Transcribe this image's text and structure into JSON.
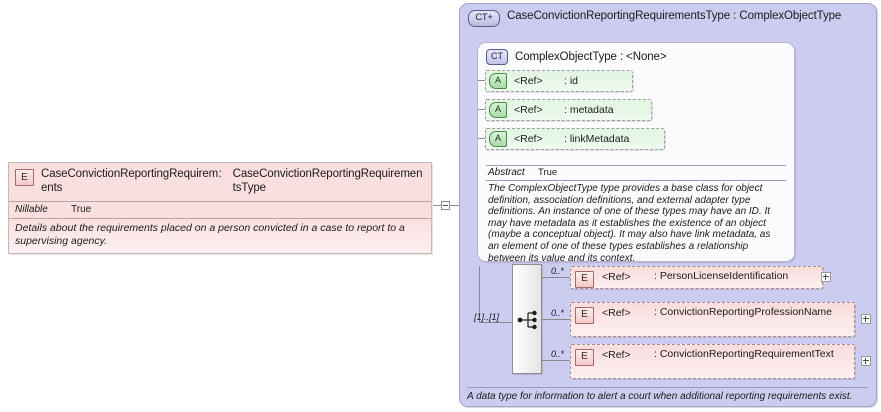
{
  "left_element": {
    "badge": "E",
    "name": "CaseConvictionReportingRequirements",
    "separator": ":",
    "type": "CaseConvictionReportingRequirementsType",
    "properties": [
      {
        "key": "Nillable",
        "value": "True"
      }
    ],
    "documentation": "Details about the requirements placed on a person convicted in a case to report to a supervising agency.",
    "collapse_toggle": "minus"
  },
  "complex_type_panel": {
    "badge": "CT+",
    "name": "CaseConvictionReportingRequirementsType",
    "separator": ":",
    "type": "ComplexObjectType",
    "documentation": "A data type for information to alert a court when additional reporting requirements exist.",
    "base_type": {
      "badge": "CT",
      "title": "ComplexObjectType : <None>",
      "attributes": [
        {
          "badge": "A",
          "ref": "<Ref>",
          "name": ": id"
        },
        {
          "badge": "A",
          "ref": "<Ref>",
          "name": ": metadata"
        },
        {
          "badge": "A",
          "ref": "<Ref>",
          "name": ": linkMetadata"
        }
      ],
      "abstract": {
        "key": "Abstract",
        "value": "True"
      },
      "abstract_doc": "The ComplexObjectType type provides a base class for object definition, association definitions, and external adapter type definitions. An instance of one of these types may have an ID. It may have metadata as it establishes the existence of an object (maybe a conceptual object). It may also have link metadata, as an element of one of these types establishes a relationship between its value and its context."
    },
    "compositor": {
      "kind": "sequence",
      "cardinality": "[1]..[1]"
    },
    "element_refs": [
      {
        "badge": "E",
        "cardinality": "0..*",
        "ref": "<Ref>",
        "name": ": PersonLicenseIdentification",
        "expand": "plus"
      },
      {
        "badge": "E",
        "cardinality": "0..*",
        "ref": "<Ref>",
        "name": ": ConvictionReportingProfessionName",
        "expand": "plus"
      },
      {
        "badge": "E",
        "cardinality": "0..*",
        "ref": "<Ref>",
        "name": ": ConvictionReportingRequirementText",
        "expand": "plus"
      }
    ]
  },
  "colors": {
    "element_fill": "#fadfdf",
    "attribute_fill": "#e2f5e2",
    "panel_fill": "#ccccf0",
    "base_panel_fill": "#fbfbfe",
    "line": "#8a8a8a"
  }
}
